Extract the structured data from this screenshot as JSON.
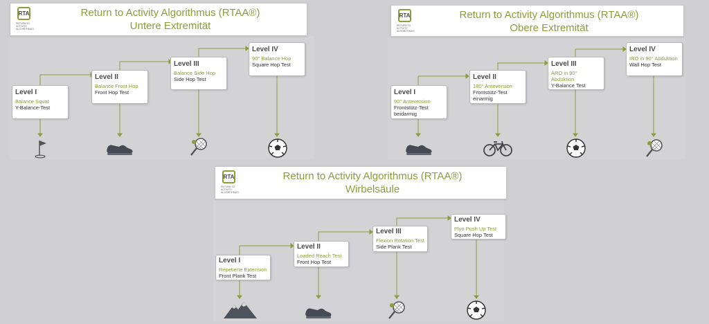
{
  "colors": {
    "accent": "#8f9c3a",
    "text": "#333333",
    "level": "#4b4b4b"
  },
  "logo": {
    "badge": "RTA",
    "caption_1": "RETURN TO",
    "caption_2": "ACTIVITY",
    "caption_3": "ALGORITHMUS"
  },
  "diagrams": [
    {
      "title_1": "Return to Activity Algorithmus (RTAA®)",
      "title_2": "Untere Extremität",
      "levels": [
        {
          "label": "Level I",
          "test_1": "Balance Squat",
          "test_2": "Y-Balance-Test",
          "icon": "golf-flag-icon"
        },
        {
          "label": "Level II",
          "test_1": "Balance Front Hop",
          "test_2": "Front Hop Test",
          "icon": "running-shoe-icon"
        },
        {
          "label": "Level III",
          "test_1": "Balance Side Hop",
          "test_2": "Side Hop Test",
          "icon": "tennis-racket-icon"
        },
        {
          "label": "Level IV",
          "test_1": "90° Balance Hop",
          "test_2": "Square Hop Test",
          "icon": "soccer-ball-icon"
        }
      ]
    },
    {
      "title_1": "Return to Activity Algorithmus (RTAA®)",
      "title_2": "Obere Extremität",
      "levels": [
        {
          "label": "Level I",
          "test_1": "90° Anteversion",
          "test_2": "Frontstütz-Test beidarmig",
          "icon": "running-shoe-icon"
        },
        {
          "label": "Level II",
          "test_1": "180° Anteversion",
          "test_2": "Frontstütz-Test einarmig",
          "icon": "bicycle-icon"
        },
        {
          "label": "Level III",
          "test_1": "ARO in 90° Abduktion",
          "test_2": "Y-Balance Test",
          "icon": "soccer-ball-icon"
        },
        {
          "label": "Level IV",
          "test_1": "IRO in 90° Abduktion",
          "test_2": "Wall Hop Test",
          "icon": "tennis-racket-icon"
        }
      ]
    },
    {
      "title_1": "Return to Activity Algorithmus (RTAA®)",
      "title_2": "Wirbelsäule",
      "levels": [
        {
          "label": "Level I",
          "test_1": "Repetierte Extension",
          "test_2": "Front Plank Test",
          "icon": "mountain-icon"
        },
        {
          "label": "Level II",
          "test_1": "Loaded Reach Test",
          "test_2": "Front Hop Test",
          "icon": "running-shoe-icon"
        },
        {
          "label": "Level III",
          "test_1": "Flexion Rotation Test",
          "test_2": "Side Plank Test",
          "icon": "tennis-racket-icon"
        },
        {
          "label": "Level IV",
          "test_1": "Plyo Push Up Test",
          "test_2": "Square Hop Test",
          "icon": "soccer-ball-icon"
        }
      ]
    }
  ]
}
